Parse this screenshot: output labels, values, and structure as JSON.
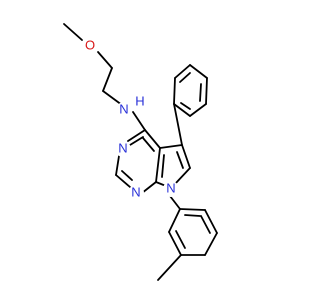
{
  "colors": {
    "carbon": "#000000",
    "nitrogen": "#2830d8",
    "oxygen": "#d81818",
    "background": "#ffffff"
  },
  "atoms": {
    "methoxy_oxygen": "O",
    "amine_nitrogen": "N",
    "amine_hydrogen": "H",
    "pyrimidine_n3": "N",
    "pyrimidine_n1": "N",
    "pyrrole_nitrogen": "N"
  }
}
